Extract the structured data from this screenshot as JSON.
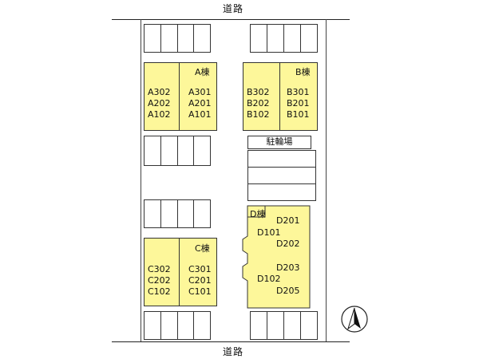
{
  "roads": {
    "top": "道路",
    "bottom": "道路"
  },
  "buildings": {
    "A": {
      "name": "A棟",
      "left_units": [
        "A302",
        "A202",
        "A102"
      ],
      "right_units": [
        "A301",
        "A201",
        "A101"
      ]
    },
    "B": {
      "name": "B棟",
      "left_units": [
        "B302",
        "B202",
        "B102"
      ],
      "right_units": [
        "B301",
        "B201",
        "B101"
      ]
    },
    "C": {
      "name": "C棟",
      "left_units": [
        "C302",
        "C202",
        "C102"
      ],
      "right_units": [
        "C301",
        "C201",
        "C101"
      ]
    },
    "D": {
      "name": "D棟",
      "units": [
        "D201",
        "D101",
        "D202",
        "D203",
        "D102",
        "D205"
      ]
    }
  },
  "bike_parking": {
    "label": "駐輪場"
  },
  "colors": {
    "building_fill": "#fdf79a",
    "line": "#333333",
    "background": "#ffffff"
  },
  "icons": {
    "north_arrow": "north-arrow-icon"
  }
}
